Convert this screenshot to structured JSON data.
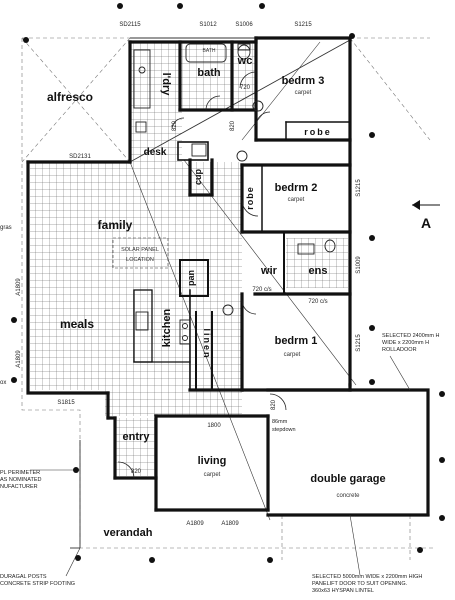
{
  "rooms": {
    "alfresco": "alfresco",
    "bath": "bath",
    "bath_label": "BATH",
    "wc": "wc",
    "bedrm3": "bedrm 3",
    "bedrm3_sub": "carpet",
    "ldry": "l'dry",
    "desk": "desk",
    "robe": "robe",
    "cup": "cup",
    "bedrm2": "bedrm 2",
    "bedrm2_sub": "carpet",
    "family": "family",
    "solar": "SOLAR PANEL\nLOCATION",
    "pan": "pan",
    "wir": "wir",
    "ens": "ens",
    "meals": "meals",
    "kitchen": "kitchen",
    "linen": "linen",
    "bedrm1": "bedrm 1",
    "bedrm1_sub": "carpet",
    "entry": "entry",
    "living": "living",
    "living_sub": "carpet",
    "double_garage": "double garage",
    "double_garage_sub": "concrete",
    "verandah": "verandah",
    "step": "86mm\nstepdown"
  },
  "window_codes": {
    "top_1": "SD2115",
    "top_2": "S1012",
    "top_3": "S1006",
    "top_4": "S1215",
    "sd2131": "SD2131",
    "right_1": "S1215",
    "right_2": "S1009",
    "right_3": "S1215",
    "left_1": "A1809",
    "left_2": "A1809",
    "s1815": "S1815",
    "bottom_1": "A1809",
    "bottom_2": "A1809",
    "d720": "720",
    "d820a": "820",
    "d820b": "820",
    "d720cs_1": "720 c/s",
    "d720cs_2": "720 c/s",
    "d1800": "1800",
    "d820c": "820",
    "d820d": "820"
  },
  "notes": {
    "roll_door": "SELECTED 2400mm H\nWIDE x 2200mm H\nROLLADOOR",
    "panelift": "SELECTED 5000mm WIDE x 2200mm HIGH\nPANELIFT DOOR TO SUIT OPENING.\n360x63 HYSPAN LINTEL",
    "perimeter": "PL PERIMETER\nAS NOMINATED\nNUFACTURER",
    "posts": "DURAGAL POSTS\nCONCRETE STRIP FOOTING",
    "gras": "gras",
    "box": "ox"
  },
  "north": "A"
}
